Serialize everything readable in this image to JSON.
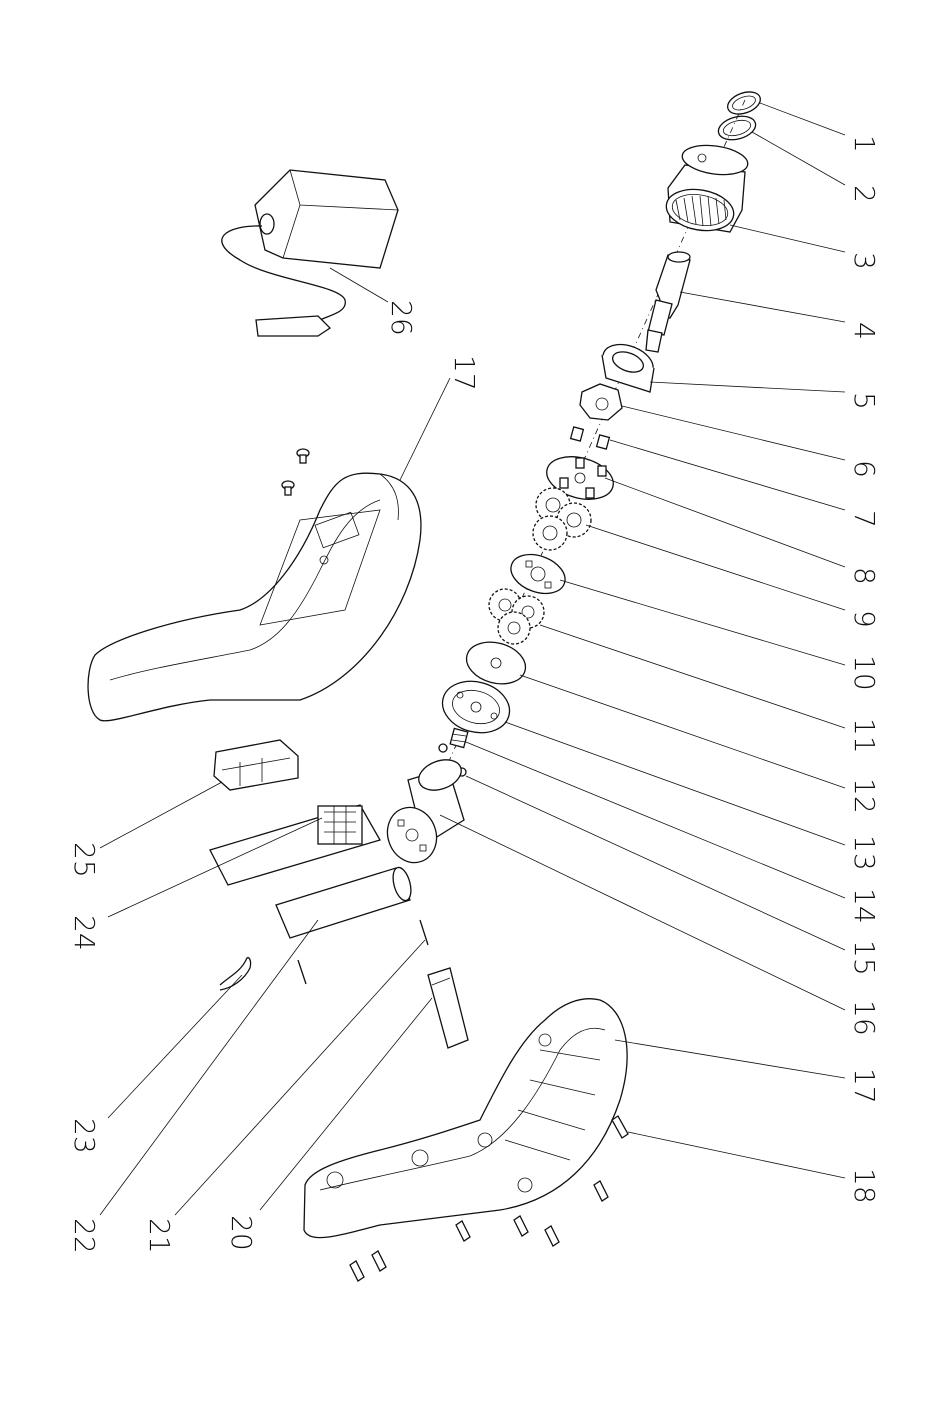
{
  "labels": [
    "1",
    "2",
    "3",
    "4",
    "5",
    "6",
    "7",
    "8",
    "9",
    "10",
    "11",
    "12",
    "13",
    "14",
    "15",
    "16",
    "17",
    "18",
    "20",
    "21",
    "22",
    "23",
    "24",
    "25",
    "26",
    "17"
  ]
}
